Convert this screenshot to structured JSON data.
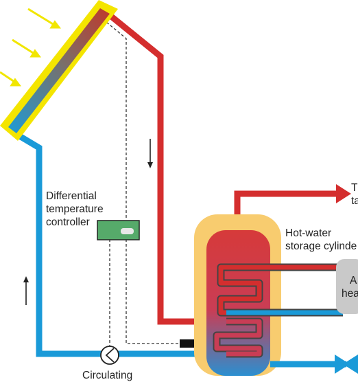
{
  "labels": {
    "controller": [
      "Differential",
      "temperature",
      "controller"
    ],
    "cylinder": [
      "Hot-water",
      "storage cylinde"
    ],
    "taps": [
      "T",
      "ta"
    ],
    "auxiliary_heater": [
      "A",
      "hea"
    ],
    "pump": "Circulating"
  },
  "colors": {
    "hot_pipe": "#d42e2e",
    "cold_pipe": "#1a9ad8",
    "collector_frame": "#f4e500",
    "cylinder_insulation": "#f8cc6f",
    "cylinder_inner": "#d93a3a",
    "controller_box": "#56aa6a",
    "heater": "#c9c9c9",
    "sun_rays": "#f1e600"
  },
  "flow_arrows": [
    "down",
    "up"
  ]
}
